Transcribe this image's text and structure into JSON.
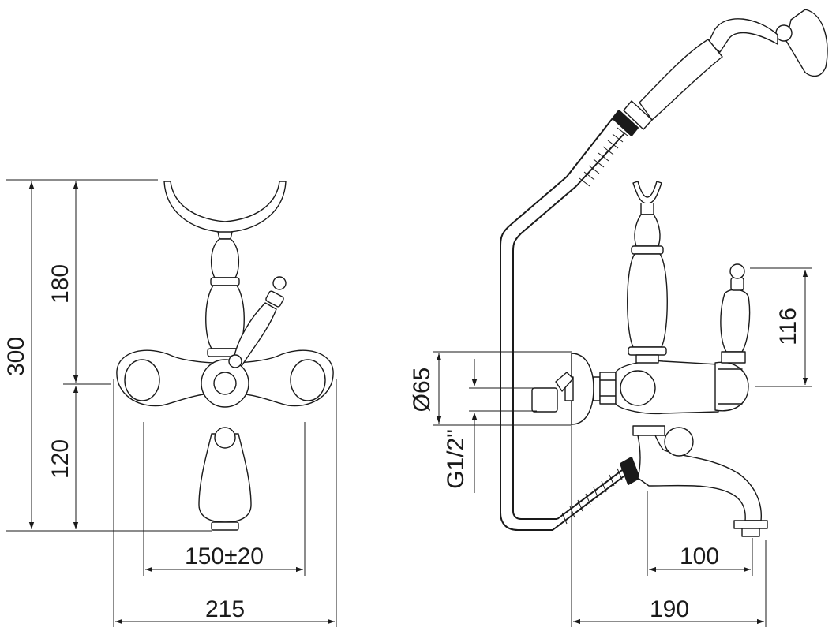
{
  "dimensions": {
    "height_total": "300",
    "height_upper": "180",
    "height_lower": "120",
    "centers": "150±20",
    "width_front": "215",
    "diameter": "Ø65",
    "thread": "G1/2\"",
    "handle_height": "116",
    "spout_reach": "100",
    "depth": "190"
  }
}
